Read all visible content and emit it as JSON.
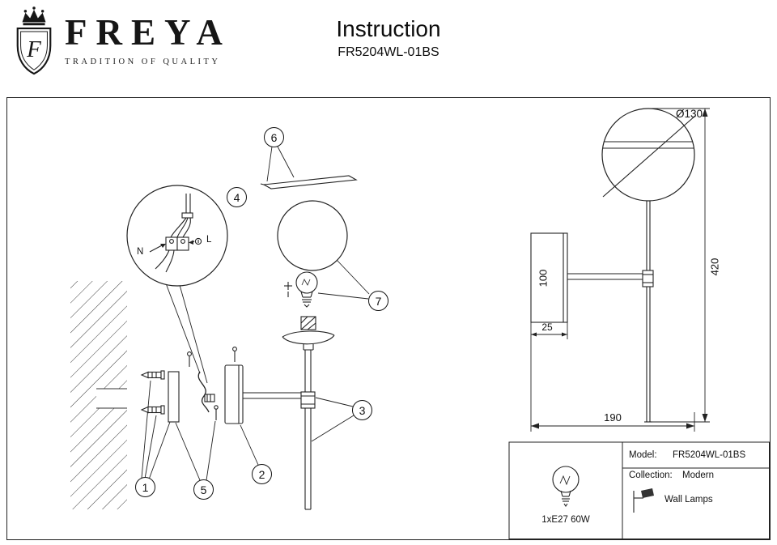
{
  "header": {
    "brand": "FREYA",
    "brand_letter": "F",
    "tagline": "TRADITION OF QUALITY",
    "title": "Instruction",
    "subtitle": "FR5204WL-01BS"
  },
  "diagram": {
    "callouts": [
      "1",
      "2",
      "3",
      "4",
      "5",
      "6",
      "7"
    ],
    "wiring": {
      "neutral": "N",
      "line": "L"
    },
    "dims": {
      "diameter": "Ø130",
      "total_height": "420",
      "plate_height": "100",
      "plate_depth": "25",
      "total_width": "190"
    }
  },
  "spec": {
    "bulb": "1xE27 60W",
    "model_label": "Model:",
    "model_value": "FR5204WL-01BS",
    "collection_label": "Collection:",
    "collection_value": "Modern",
    "category": "Wall Lamps"
  }
}
